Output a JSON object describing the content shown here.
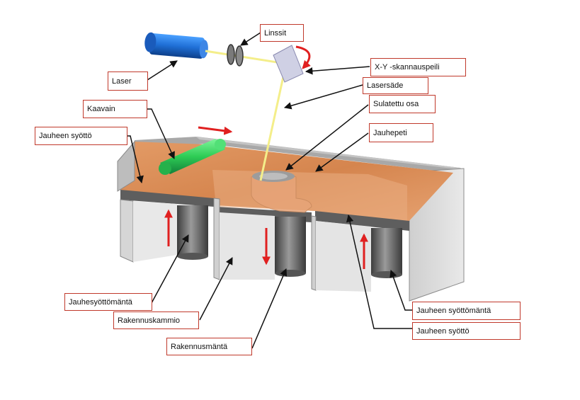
{
  "labels": {
    "linssit": "Linssit",
    "laser": "Laser",
    "xy_peili": "X-Y -skannauspeili",
    "lasersade": "Lasersäde",
    "kaavain": "Kaavain",
    "sulatettu_osa": "Sulatettu osa",
    "jauheen_syotto_left": "Jauheen syöttö",
    "jauhepeti": "Jauhepeti",
    "jauhesyottomanta": "Jauhesyöttömäntä",
    "rakennuskammio": "Rakennuskammio",
    "rakennusmanta": "Rakennusmäntä",
    "jauheen_syottomanta": "Jauheen syöttömäntä",
    "jauheen_syotto_right": "Jauheen syöttö"
  },
  "colors": {
    "label_border": "#c0392b",
    "powder": "#d98b55",
    "laser_body": "#1f6fd6",
    "recoater": "#2ecc55",
    "beam": "#f4ee8a",
    "arrow_red": "#e02020",
    "wall": "#d9d9d9",
    "piston": "#6b6b6b"
  },
  "icons": [
    "laser-icon",
    "lens-icon",
    "mirror-icon",
    "recoater-roller-icon"
  ]
}
